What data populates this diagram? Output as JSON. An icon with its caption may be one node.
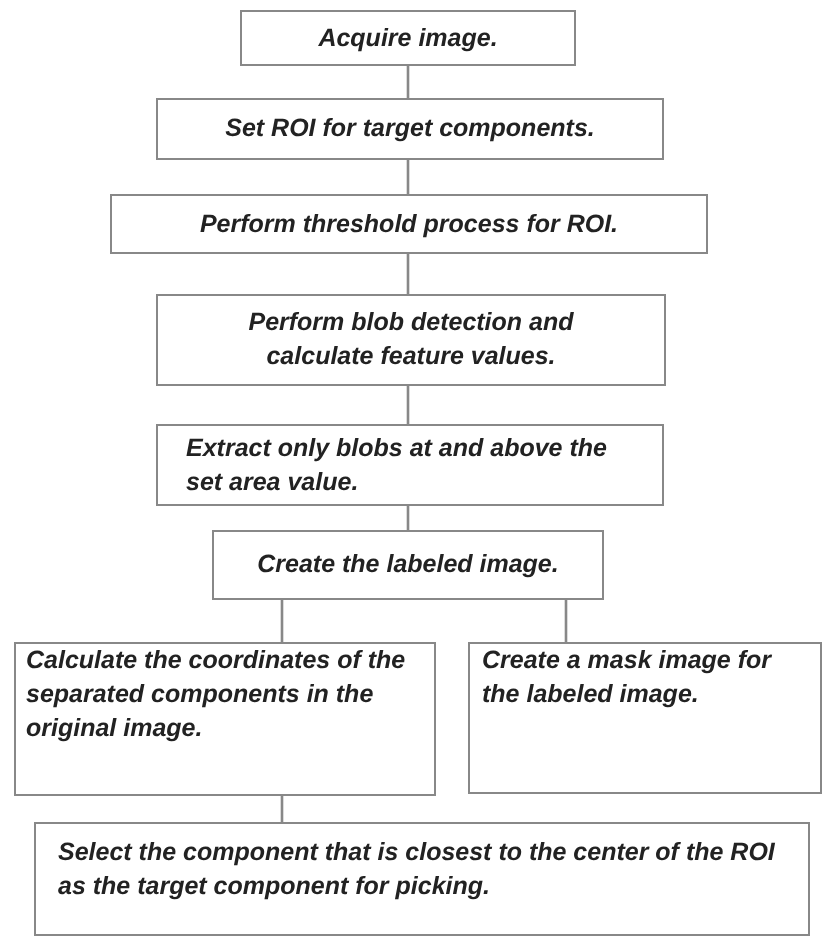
{
  "diagram": {
    "nodes": [
      {
        "text": [
          "Acquire image."
        ]
      },
      {
        "text": [
          "Set ROI for target components."
        ]
      },
      {
        "text": [
          "Perform threshold process for ROI."
        ]
      },
      {
        "text": [
          "Perform blob detection and calculate feature values."
        ]
      },
      {
        "text": [
          "Extract only blobs at and above the set area value."
        ]
      },
      {
        "text": [
          "Create the labeled image."
        ]
      },
      {
        "text": [
          "Calculate the coordinates of the separated components in the original image."
        ]
      },
      {
        "text": [
          "Create a mask image for the labeled image."
        ]
      },
      {
        "text": [
          "Select the component that is closest to the center of the ROI as the target component for picking."
        ]
      }
    ],
    "edges": [
      {
        "from": 0,
        "to": 1,
        "arrow": "none"
      },
      {
        "from": 1,
        "to": 2,
        "arrow": "none"
      },
      {
        "from": 2,
        "to": 3,
        "arrow": "none"
      },
      {
        "from": 3,
        "to": 4,
        "arrow": "none"
      },
      {
        "from": 4,
        "to": 5,
        "arrow": "none"
      },
      {
        "from": 5,
        "to": 6,
        "arrow": "none"
      },
      {
        "from": 5,
        "to": 7,
        "arrow": "none"
      },
      {
        "from": 6,
        "to": 8,
        "arrow": "none"
      }
    ]
  }
}
